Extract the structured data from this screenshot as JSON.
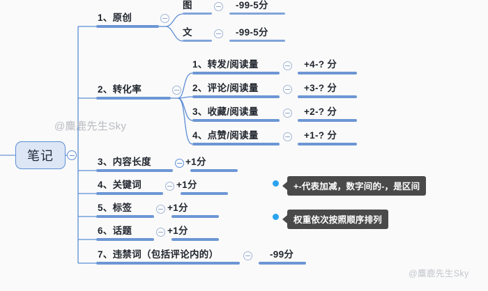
{
  "background_color": "#fafafa",
  "accent_color": "#6C96D4",
  "root": {
    "label": "笔记",
    "toggle_icon": "collapse-minus-icon"
  },
  "watermarks": [
    {
      "text": "@麋鹿先生Sky",
      "position": "center-left"
    },
    {
      "text": "@麋鹿先生Sky",
      "position": "bottom-right"
    }
  ],
  "branches": [
    {
      "id": "yuanchuang",
      "label": "1、原创",
      "value": "",
      "toggle_icon": "collapse-minus-icon",
      "children": [
        {
          "label": "图",
          "value": "-99-5分",
          "toggle_icon": "collapse-minus-icon"
        },
        {
          "label": "文",
          "value": "-99-5分",
          "toggle_icon": "collapse-minus-icon"
        }
      ]
    },
    {
      "id": "zhuanhualv",
      "label": "2、转化率",
      "value": "",
      "toggle_icon": "collapse-minus-icon",
      "children": [
        {
          "label": "1、转发/阅读量",
          "value": "+4-? 分",
          "toggle_icon": "collapse-minus-icon"
        },
        {
          "label": "2、评论/阅读量",
          "value": "+3-? 分",
          "toggle_icon": "collapse-minus-icon"
        },
        {
          "label": "3、收藏/阅读量",
          "value": "+2-? 分",
          "toggle_icon": "collapse-minus-icon"
        },
        {
          "label": "4、点赞/阅读量",
          "value": "+1-? 分",
          "toggle_icon": "collapse-minus-icon"
        }
      ]
    },
    {
      "id": "neirongchangdu",
      "label": "3、内容长度",
      "value": "+1分",
      "toggle_icon": "collapse-minus-icon",
      "children": []
    },
    {
      "id": "guanjianci",
      "label": "4、关键词",
      "value": "+1分",
      "toggle_icon": "collapse-minus-icon",
      "children": []
    },
    {
      "id": "biaoqian",
      "label": "5、标签",
      "value": "+1分",
      "toggle_icon": "collapse-minus-icon",
      "children": []
    },
    {
      "id": "huati",
      "label": "6、话题",
      "value": "+1分",
      "toggle_icon": "collapse-minus-icon",
      "children": []
    },
    {
      "id": "weijinci",
      "label": "7、违禁词（包括评论内的）",
      "value": "-99分",
      "toggle_icon": "collapse-minus-icon",
      "children": []
    }
  ],
  "callouts": [
    {
      "text": "+-代表加减，数字间的-，是区间"
    },
    {
      "text": "权重依次按照顺序排列"
    }
  ]
}
